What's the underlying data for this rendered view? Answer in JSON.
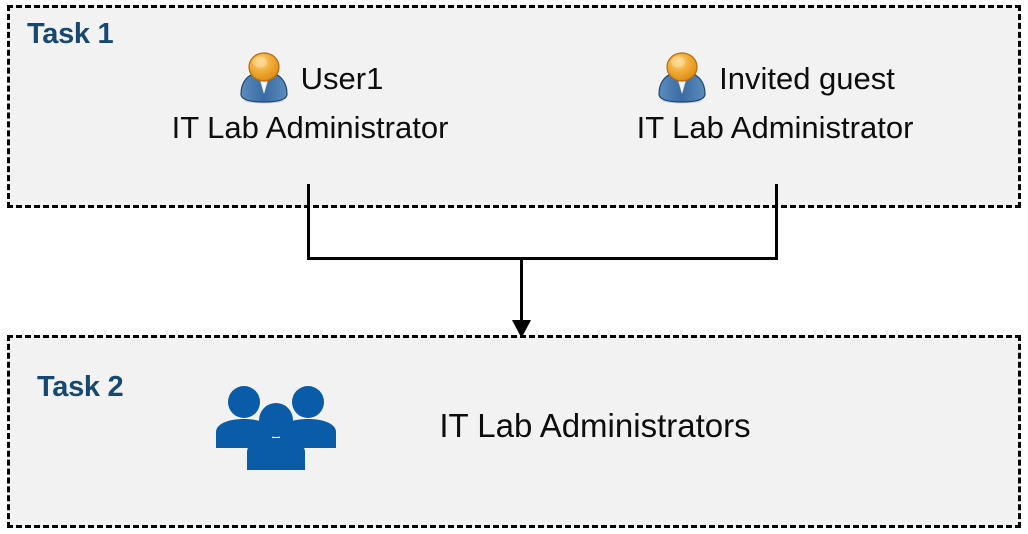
{
  "diagram": {
    "title_colors": {
      "task_label": "#17486F",
      "box_fill": "#F2F2F2",
      "box_border": "#000000",
      "page_background": "#FFFFFF",
      "group_icon": "#0A5BA8",
      "user_icon_head": "#F0A830",
      "user_icon_body": "#36679E",
      "connector_line": "#000000"
    },
    "boxes": [
      {
        "id": "task1",
        "label": "Task 1",
        "people": [
          {
            "icon": "single-user-icon",
            "name": "User1",
            "role": "IT Lab Administrator"
          },
          {
            "icon": "single-user-icon",
            "name": "Invited guest",
            "role": "IT Lab Administrator"
          }
        ]
      },
      {
        "id": "task2",
        "label": "Task 2",
        "group": {
          "icon": "group-of-people-icon",
          "name": "IT Lab Administrators"
        }
      }
    ],
    "connector": {
      "type": "merge-arrow",
      "description": "Two vertical lines from Task 1 members join a horizontal bar and a single arrow points down into Task 2"
    }
  }
}
